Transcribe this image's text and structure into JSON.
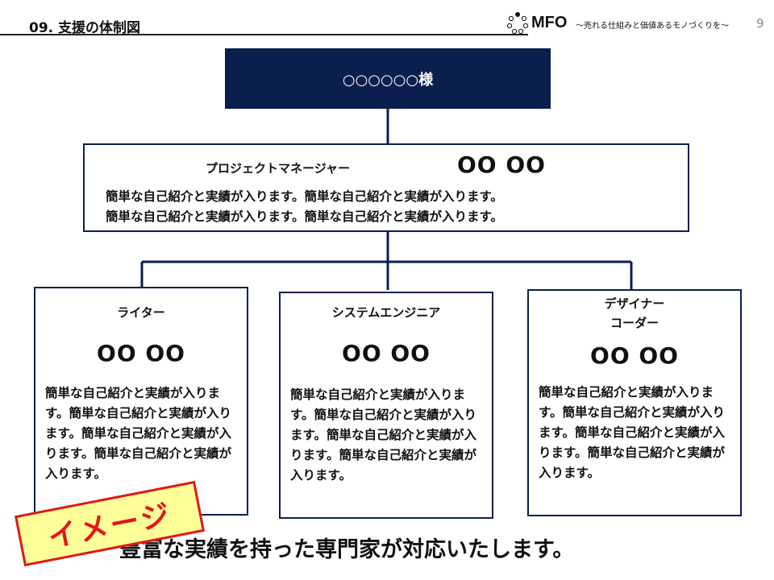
{
  "header": {
    "title": "09.  支援の体制図",
    "logo_word": "MFO",
    "logo_tagline": "～売れる仕組みと価値あるモノづくりを～",
    "page_number": "9"
  },
  "client": {
    "label": "○○○○○○様"
  },
  "project_manager": {
    "role": "プロジェクトマネージャー",
    "name": "OO OO",
    "description_line1": "簡単な自己紹介と実績が入ります。簡単な自己紹介と実績が入ります。",
    "description_line2": "簡単な自己紹介と実績が入ります。簡単な自己紹介と実績が入ります。"
  },
  "members": [
    {
      "role": "ライター",
      "name": "OO OO",
      "description": "簡単な自己紹介と実績が入ります。簡単な自己紹介と実績が入ります。簡単な自己紹介と実績が入ります。簡単な自己紹介と実績が入ります。"
    },
    {
      "role": "システムエンジニア",
      "name": "OO OO",
      "description": "簡単な自己紹介と実績が入ります。簡単な自己紹介と実績が入ります。簡単な自己紹介と実績が入ります。簡単な自己紹介と実績が入ります。"
    },
    {
      "role": "デザイナー\nコーダー",
      "name": "OO OO",
      "description": "簡単な自己紹介と実績が入ります。簡単な自己紹介と実績が入ります。簡単な自己紹介と実績が入ります。簡単な自己紹介と実績が入ります。"
    }
  ],
  "footer_message": "豊富な実績を持った専門家が対応いたします。",
  "image_stamp": "イメージ",
  "colors": {
    "navy": "#0b1f4e",
    "stamp_red": "#e11818",
    "stamp_yellow": "#ffff99"
  }
}
